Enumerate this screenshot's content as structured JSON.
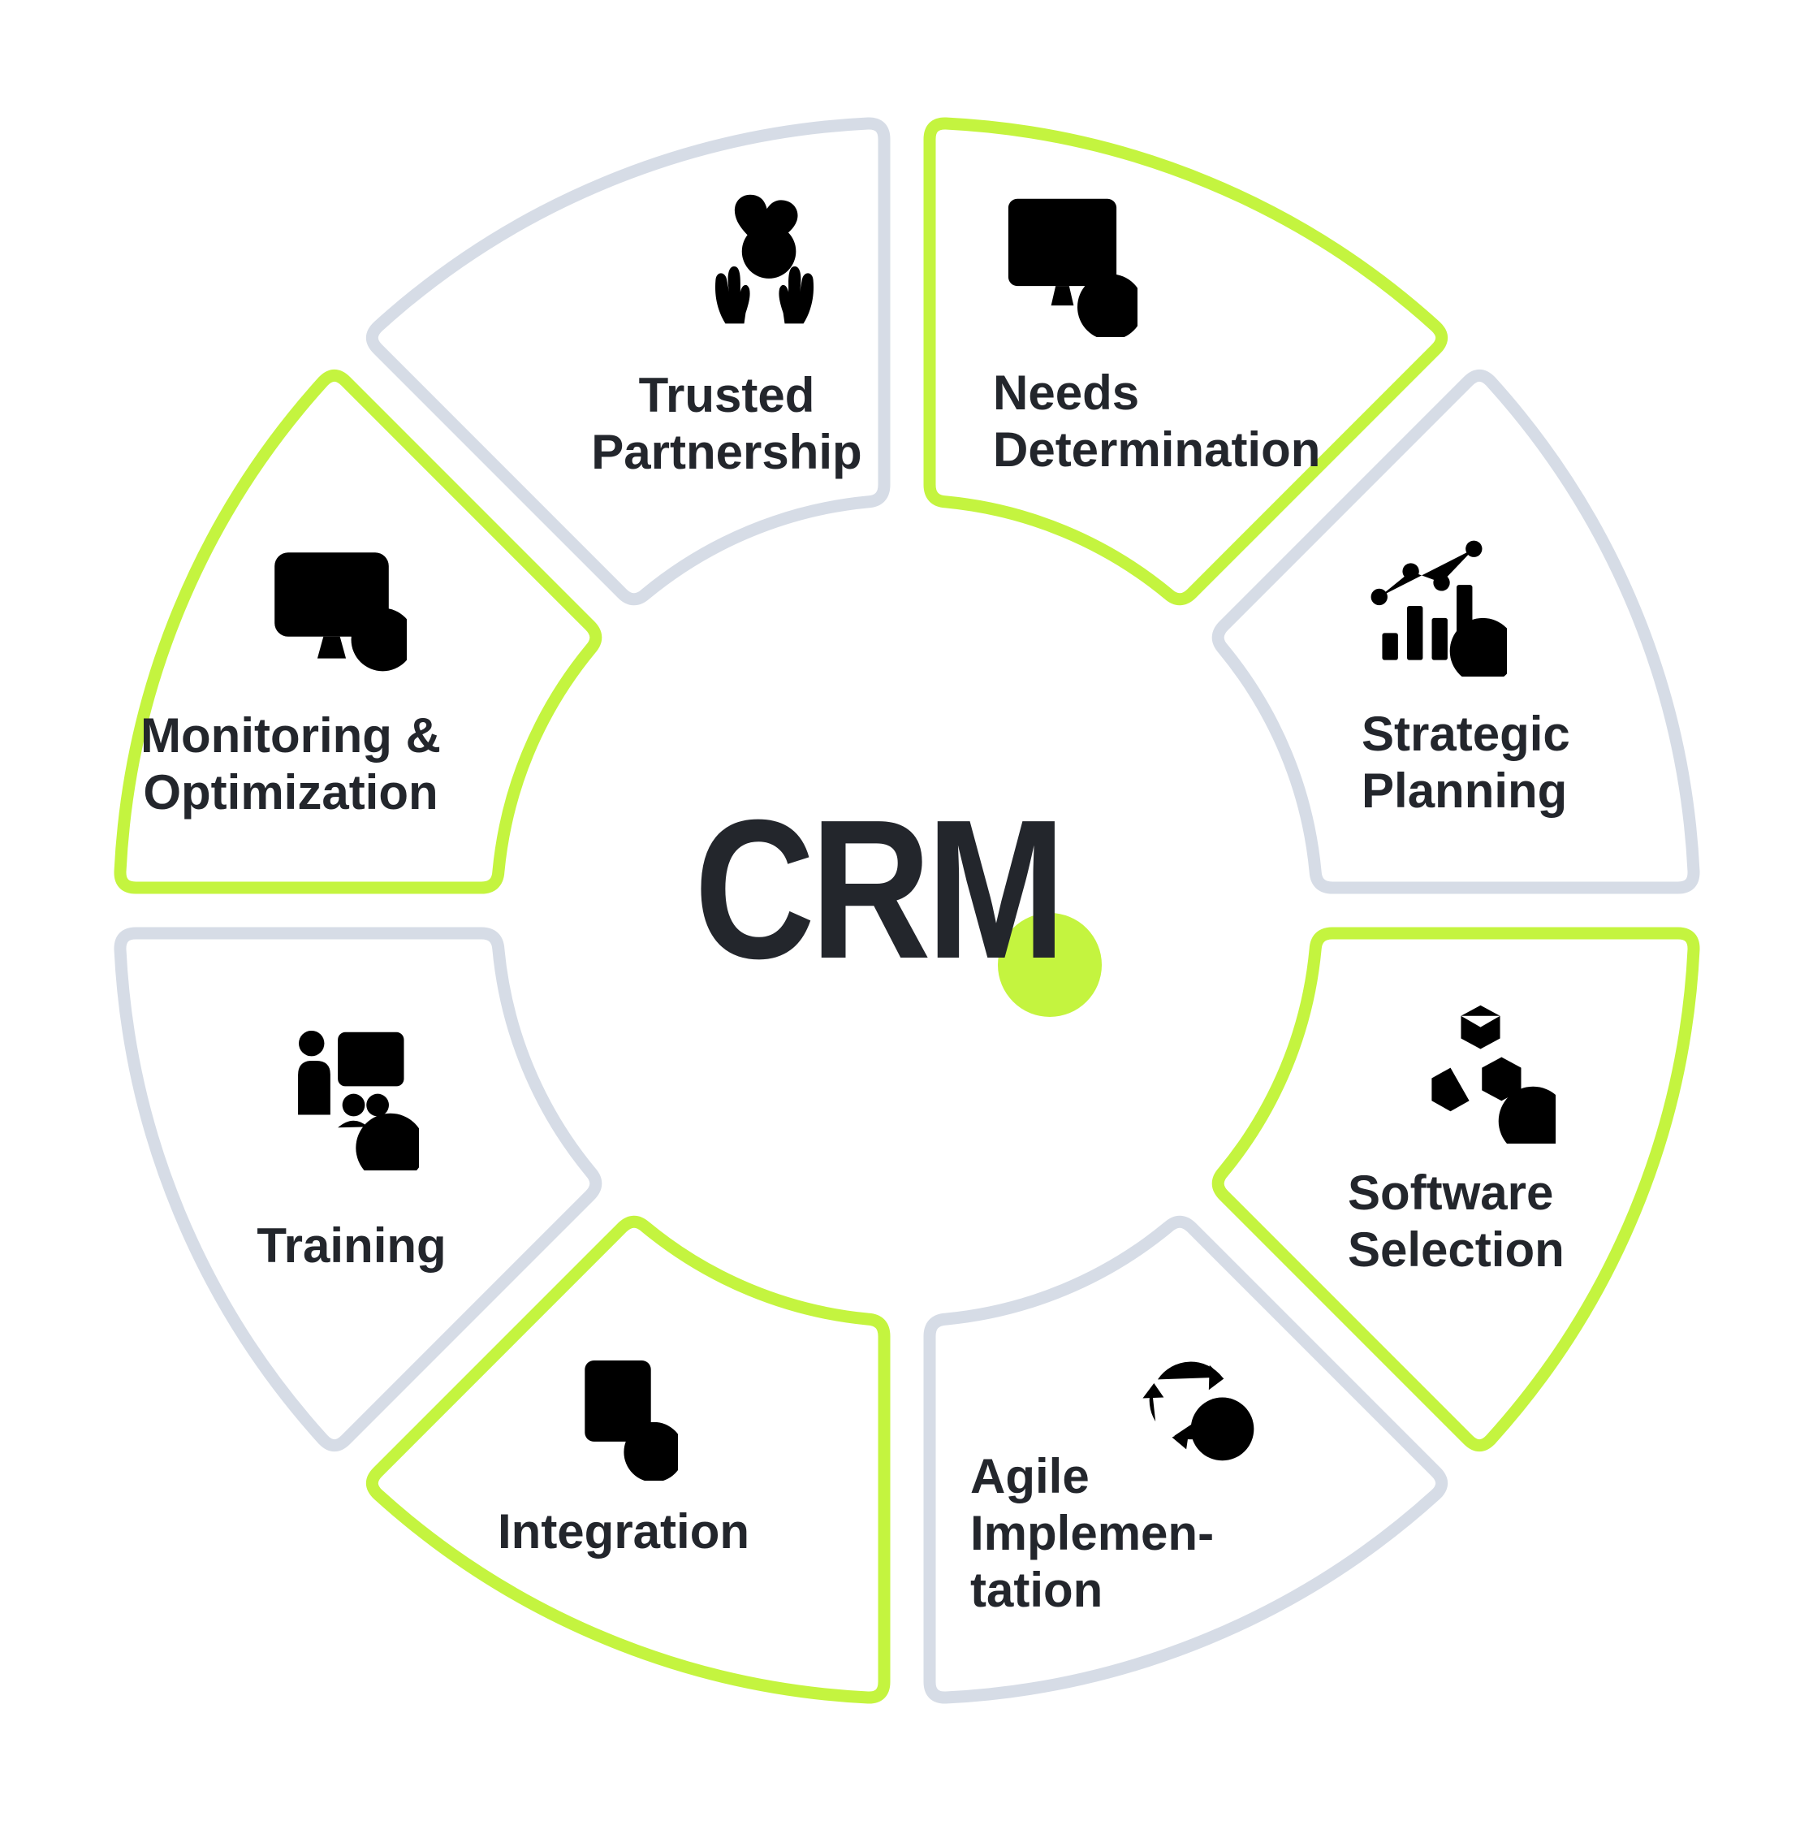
{
  "title": "CRM process wheel infographic",
  "colors": {
    "green": "#c4f43f",
    "gray": "#d6dce6",
    "ink": "#23262c",
    "bg": "#ffffff"
  },
  "center": {
    "label": "CRM"
  },
  "segments": [
    {
      "id": "needs-determination",
      "label_lines": [
        "Needs",
        "Determination"
      ],
      "border": "green",
      "icon": "monitor-analytics-icon",
      "start_angle": 0,
      "end_angle": 45,
      "pos": {
        "icon": [
          1308,
          322
        ],
        "label": [
          1223,
          449
        ],
        "align": "left"
      }
    },
    {
      "id": "strategic-planning",
      "label_lines": [
        "Strategic",
        "Planning"
      ],
      "border": "gray",
      "icon": "growth-chart-icon",
      "start_angle": 45,
      "end_angle": 90,
      "pos": {
        "icon": [
          1763,
          740
        ],
        "label": [
          1677,
          869
        ],
        "align": "left"
      }
    },
    {
      "id": "software-selection",
      "label_lines": [
        "Software",
        "Selection"
      ],
      "border": "green",
      "icon": "cubes-icon",
      "start_angle": 90,
      "end_angle": 135,
      "pos": {
        "icon": [
          1823,
          1315
        ],
        "label": [
          1660,
          1434
        ],
        "align": "left"
      }
    },
    {
      "id": "agile-implementation",
      "label_lines": [
        "Agile",
        "Implemen-",
        "tation"
      ],
      "border": "gray",
      "icon": "cycle-arrows-icon",
      "start_angle": 135,
      "end_angle": 180,
      "pos": {
        "icon": [
          1468,
          1733
        ],
        "label": [
          1195,
          1783
        ],
        "align": "left"
      }
    },
    {
      "id": "integration",
      "label_lines": [
        "Integration"
      ],
      "border": "green",
      "icon": "box-arrow-icon",
      "start_angle": 180,
      "end_angle": 225,
      "pos": {
        "icon": [
          742,
          1730
        ],
        "label": [
          568,
          1851
        ],
        "align": "center"
      }
    },
    {
      "id": "training",
      "label_lines": [
        "Training"
      ],
      "border": "gray",
      "icon": "training-icon",
      "start_angle": 225,
      "end_angle": 270,
      "pos": {
        "icon": [
          423,
          1348
        ],
        "label": [
          233,
          1499
        ],
        "align": "center"
      }
    },
    {
      "id": "monitoring-optimization",
      "label_lines": [
        "Monitoring &",
        "Optimization"
      ],
      "border": "green",
      "icon": "monitor-pulse-icon",
      "start_angle": 270,
      "end_angle": 315,
      "pos": {
        "icon": [
          408,
          750
        ],
        "label": [
          158,
          871
        ],
        "align": "center"
      }
    },
    {
      "id": "trusted-partnership",
      "label_lines": [
        "Trusted",
        "Partnership"
      ],
      "border": "gray",
      "icon": "heart-hands-icon",
      "start_angle": 315,
      "end_angle": 360,
      "pos": {
        "icon": [
          941,
          322
        ],
        "label": [
          695,
          452
        ],
        "align": "center"
      }
    }
  ]
}
